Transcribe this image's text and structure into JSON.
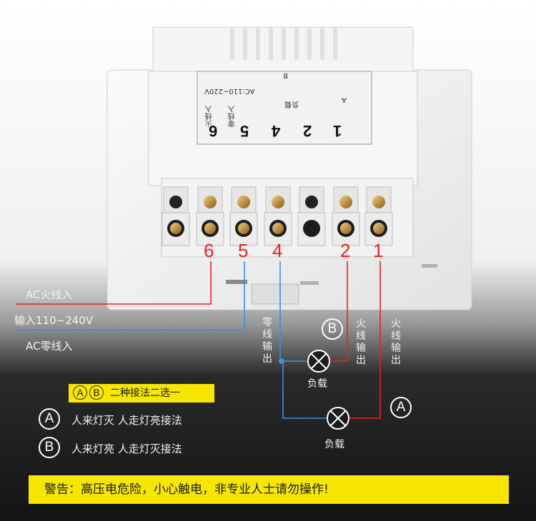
{
  "terminals": {
    "labels": [
      "6",
      "5",
      "4",
      "2",
      "1"
    ],
    "panel_labels": [
      "1",
      "2",
      "4",
      "5",
      "6"
    ]
  },
  "panel": {
    "voltage": "AC:110~220V",
    "fire_in": "火线入",
    "zero_in": "零线入",
    "load": "负载",
    "circle_a": "A",
    "circle_b": "B"
  },
  "left_labels": {
    "ac_fire": "AC火线入",
    "input_voltage": "输入110~240V",
    "ac_zero": "AC零线入"
  },
  "wiring": {
    "zero_out": "零线输出",
    "fire_out_b": "火线输出",
    "fire_out_a": "火线输出",
    "load_b": "负载",
    "load_a": "负载",
    "circle_a": "A",
    "circle_b": "B"
  },
  "legend": {
    "circle_a": "A",
    "circle_b": "B",
    "two_methods": "二种接法二选一",
    "method_a": "人来灯灭 人走灯亮接法",
    "method_b": "人来灯亮 人走灯灭接法"
  },
  "warning": "警告：高压电危险，小心触电，非专业人士请勿操作!",
  "colors": {
    "fire_wire": "#e8231a",
    "zero_wire": "#3a8fe0",
    "load_wire": "#3a8fe0",
    "highlight": "#f6e600"
  }
}
